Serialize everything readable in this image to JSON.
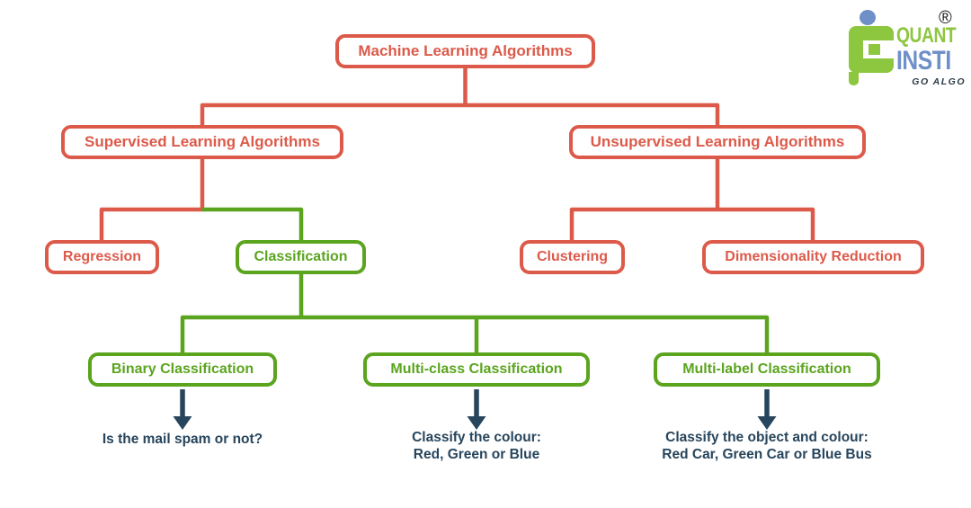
{
  "nodes": {
    "root": "Machine Learning Algorithms",
    "supervised": "Supervised Learning Algorithms",
    "unsupervised": "Unsupervised Learning Algorithms",
    "regression": "Regression",
    "classification": "Classification",
    "clustering": "Clustering",
    "dimensionality_reduction": "Dimensionality Reduction",
    "binary_classification": "Binary Classification",
    "multi_class_classification": "Multi-class Classification",
    "multi_label_classification": "Multi-label Classification"
  },
  "examples": {
    "binary": {
      "line1": "Is the mail spam or not?"
    },
    "multi_class": {
      "line1": "Classify the colour:",
      "line2": "Red, Green or Blue"
    },
    "multi_label": {
      "line1": "Classify the object and colour:",
      "line2": "Red Car, Green Car or Blue Bus"
    }
  },
  "tree": [
    {
      "parent": "Machine Learning Algorithms",
      "children": [
        "Supervised Learning Algorithms",
        "Unsupervised Learning Algorithms"
      ]
    },
    {
      "parent": "Supervised Learning Algorithms",
      "children": [
        "Regression",
        "Classification"
      ]
    },
    {
      "parent": "Unsupervised Learning Algorithms",
      "children": [
        "Clustering",
        "Dimensionality Reduction"
      ]
    },
    {
      "parent": "Classification",
      "children": [
        "Binary Classification",
        "Multi-class Classification",
        "Multi-label Classification"
      ]
    },
    {
      "parent": "Binary Classification",
      "children": [
        "Is the mail spam or not?"
      ]
    },
    {
      "parent": "Multi-class Classification",
      "children": [
        "Classify the colour: Red, Green or Blue"
      ]
    },
    {
      "parent": "Multi-label Classification",
      "children": [
        "Classify the object and colour: Red Car, Green Car or Blue Bus"
      ]
    }
  ],
  "logo": {
    "brand_top": "QUANT",
    "brand_bottom": "INSTI",
    "tagline": "GO ALGO",
    "registered_mark": "®"
  },
  "colors": {
    "red": "#dc5a4a",
    "green": "#5aa41e",
    "navy": "#27455c",
    "logo_green": "#8dc63f",
    "logo_blue": "#6e8fc8"
  }
}
